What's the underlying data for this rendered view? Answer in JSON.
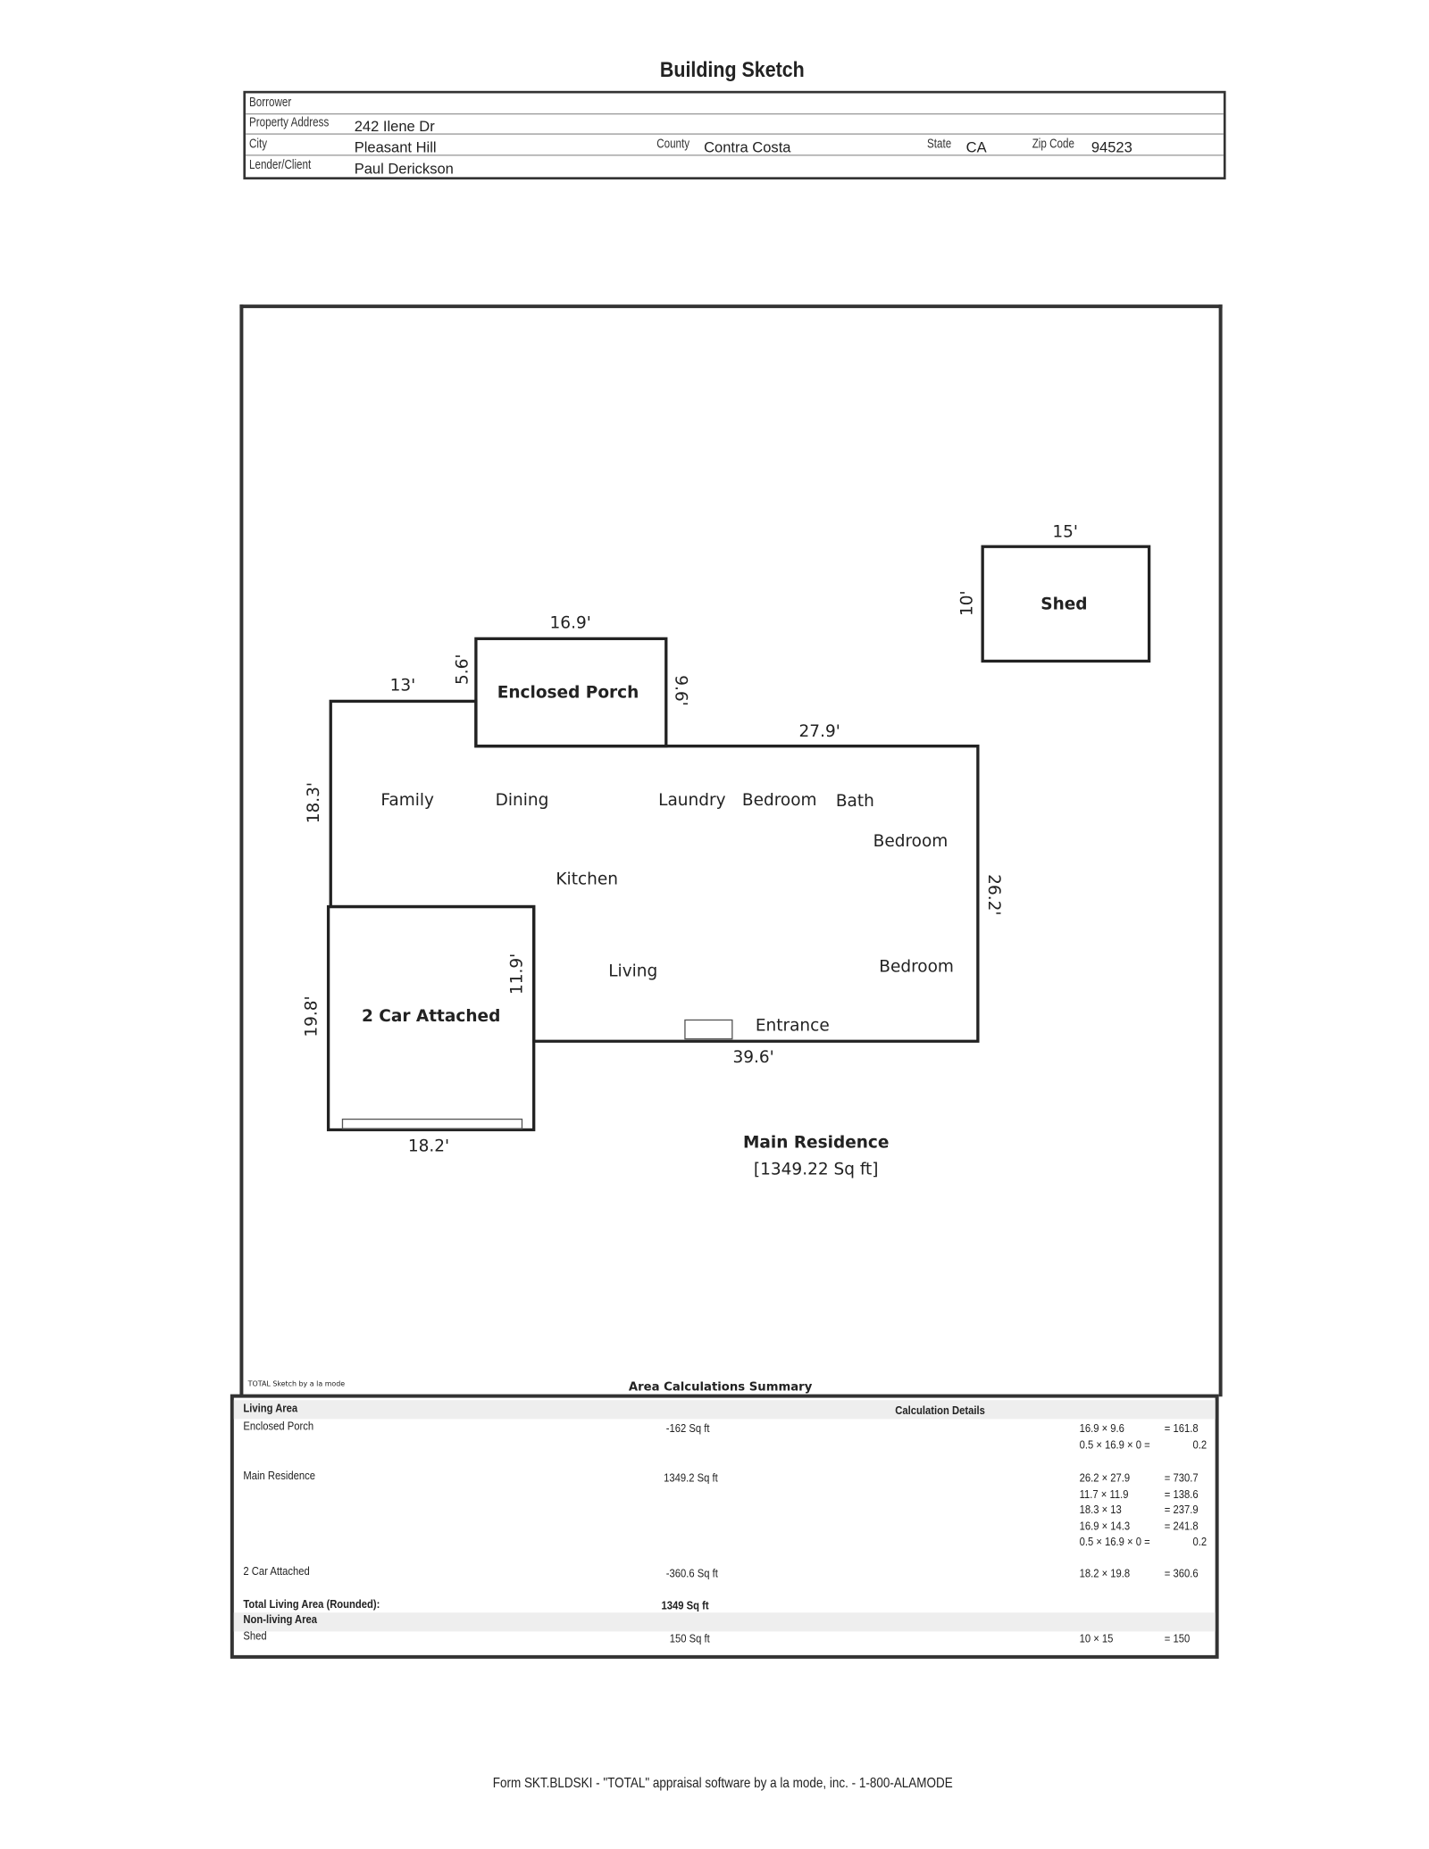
{
  "title": "Building Sketch",
  "header": {
    "borrower_label": "Borrower",
    "borrower": "",
    "address_label": "Property Address",
    "address": "242 Ilene Dr",
    "city_label": "City",
    "city": "Pleasant Hill",
    "county_label": "County",
    "county": "Contra Costa",
    "state_label": "State",
    "state": "CA",
    "zip_label": "Zip Code",
    "zip": "94523",
    "lender_label": "Lender/Client",
    "lender": "Paul Derickson"
  },
  "sketch": {
    "shed": {
      "name": "Shed",
      "width": "15'",
      "height": "10'"
    },
    "porch": {
      "name": "Enclosed Porch",
      "top": "16.9'",
      "left": "5.6'",
      "right": "9.6'"
    },
    "dims": {
      "d13": "13'",
      "d279": "27.9'",
      "d183": "18.3'",
      "d262": "26.2'",
      "d119": "11.9'",
      "d396": "39.6'",
      "d198": "19.8'",
      "d182": "18.2'"
    },
    "rooms": [
      "Family",
      "Dining",
      "Laundry",
      "Bedroom",
      "Bath",
      "Bedroom",
      "Kitchen",
      "Living",
      "Bedroom",
      "Entrance"
    ],
    "garage": "2 Car Attached",
    "main": {
      "name": "Main Residence",
      "area": "[1349.22 Sq ft]"
    },
    "credit": "TOTAL Sketch by a la mode"
  },
  "calc": {
    "title": "Area Calculations Summary",
    "living_label": "Living Area",
    "details_label": "Calculation Details",
    "rows": [
      {
        "name": "Enclosed Porch",
        "area": "-162 Sq ft",
        "details": [
          [
            "16.9 × 9.6",
            "= 161.8"
          ],
          [
            "0.5 × 16.9 × 0 =",
            "0.2"
          ]
        ]
      },
      {
        "name": "Main Residence",
        "area": "1349.2 Sq ft",
        "details": [
          [
            "26.2 × 27.9",
            "= 730.7"
          ],
          [
            "11.7 × 11.9",
            "= 138.6"
          ],
          [
            "18.3 × 13",
            "= 237.9"
          ],
          [
            "16.9 × 14.3",
            "= 241.8"
          ],
          [
            "0.5 × 16.9 × 0 =",
            "0.2"
          ]
        ]
      },
      {
        "name": "2 Car Attached",
        "area": "-360.6 Sq ft",
        "details": [
          [
            "18.2 × 19.8",
            "= 360.6"
          ]
        ]
      }
    ],
    "total_label": "Total Living Area (Rounded):",
    "total": "1349 Sq ft",
    "nonliving_label": "Non-living Area",
    "shed": {
      "name": "Shed",
      "area": "150 Sq ft",
      "detail": "10 × 15",
      "result": "=    150"
    }
  },
  "footer": "Form SKT.BLDSKI - \"TOTAL\" appraisal software by a la mode, inc. - 1-800-ALAMODE"
}
